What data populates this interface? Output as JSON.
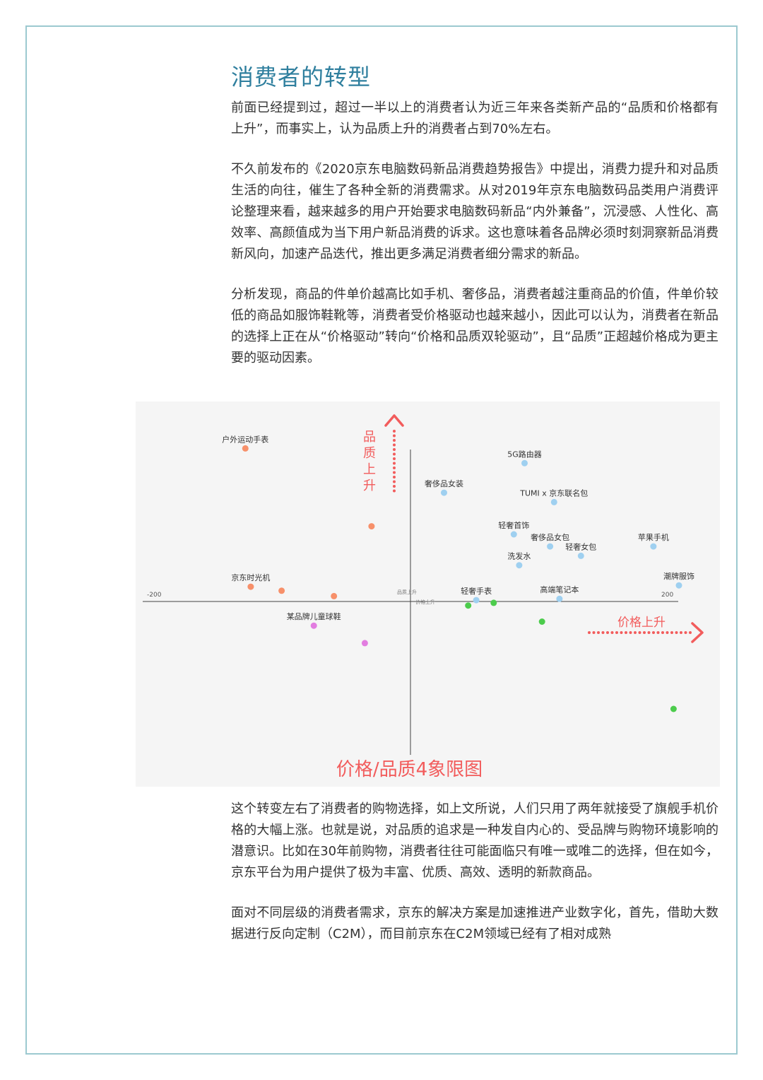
{
  "heading": "消费者的转型",
  "paragraphs_top": [
    "前面已经提到过，超过一半以上的消费者认为近三年来各类新产品的“品质和价格都有上升”，而事实上，认为品质上升的消费者占到70%左右。",
    "不久前发布的《2020京东电脑数码新品消费趋势报告》中提出，消费力提升和对品质生活的向往，催生了各种全新的消费需求。从对2019年京东电脑数码品类用户消费评论整理来看，越来越多的用户开始要求电脑数码新品“内外兼备”，沉浸感、人性化、高效率、高颜值成为当下用户新品消费的诉求。这也意味着各品牌必须时刻洞察新品消费新风向，加速产品迭代，推出更多满足消费者细分需求的新品。",
    "分析发现，商品的件单价越高比如手机、奢侈品，消费者越注重商品的价值，件单价较低的商品如服饰鞋靴等，消费者受价格驱动也越来越小，因此可以认为，消费者在新品的选择上正在从“价格驱动”转向“价格和品质双轮驱动”，且“品质”正超越价格成为更主要的驱动因素。"
  ],
  "paragraphs_bottom": [
    "这个转变左右了消费者的购物选择，如上文所说，人们只用了两年就接受了旗舰手机价格的大幅上涨。也就是说，对品质的追求是一种发自内心的、受品牌与购物环境影响的潜意识。比如在30年前购物，消费者往往可能面临只有唯一或唯二的选择，但在如今，京东平台为用户提供了极为丰富、优质、高效、透明的新款商品。",
    "面对不同层级的消费者需求，京东的解决方案是加速推进产业数字化，首先，借助大数据进行反向定制（C2M），而目前京东在C2M领域已经有了相对成熟"
  ],
  "colors": {
    "heading": "#2f7f9e",
    "accent": "#f25c5c",
    "blue": "#9fd0f0",
    "orange": "#f7906a",
    "green": "#4ccc4c",
    "pink": "#e27de0"
  },
  "chart_data": {
    "type": "scatter",
    "title": "价格/品质4象限图",
    "y_axis_caption": "品质上升",
    "x_axis_caption": "价格上升",
    "center_labels": [
      "品质上升",
      "价格上升"
    ],
    "xlim": [
      -200,
      200
    ],
    "x_tick_labels": [
      "-200",
      "200"
    ],
    "grid": false,
    "points": [
      {
        "label": "户外运动手表",
        "x": -123,
        "y": 114,
        "color": "orange"
      },
      {
        "label": "",
        "x": -29,
        "y": 56,
        "color": "orange"
      },
      {
        "label": "京东时光机",
        "x": -119,
        "y": 11,
        "color": "orange"
      },
      {
        "label": "",
        "x": -96,
        "y": 8,
        "color": "orange"
      },
      {
        "label": "",
        "x": -57,
        "y": 4,
        "color": "orange"
      },
      {
        "label": "5G路由器",
        "x": 85,
        "y": 103,
        "color": "blue"
      },
      {
        "label": "奢侈品女装",
        "x": 25,
        "y": 81,
        "color": "blue"
      },
      {
        "label": "TUMI x 京东联名包",
        "x": 107,
        "y": 74,
        "color": "blue"
      },
      {
        "label": "轻奢首饰",
        "x": 77,
        "y": 50,
        "color": "blue"
      },
      {
        "label": "奢侈品女包",
        "x": 104,
        "y": 41,
        "color": "blue"
      },
      {
        "label": "轻奢女包",
        "x": 127,
        "y": 34,
        "color": "blue"
      },
      {
        "label": "苹果手机",
        "x": 181,
        "y": 41,
        "color": "blue"
      },
      {
        "label": "洗发水",
        "x": 81,
        "y": 27,
        "color": "blue"
      },
      {
        "label": "潮牌服饰",
        "x": 200,
        "y": 12,
        "color": "blue"
      },
      {
        "label": "轻奢手表",
        "x": 49,
        "y": 1,
        "color": "blue"
      },
      {
        "label": "高端笔记本",
        "x": 111,
        "y": 2,
        "color": "blue"
      },
      {
        "label": "",
        "x": 43,
        "y": -3,
        "color": "green"
      },
      {
        "label": "",
        "x": 62,
        "y": -1,
        "color": "green"
      },
      {
        "label": "",
        "x": 98,
        "y": -15,
        "color": "green"
      },
      {
        "label": "",
        "x": 196,
        "y": -80,
        "color": "green"
      },
      {
        "label": "某品牌儿童球鞋",
        "x": -72,
        "y": -18,
        "color": "pink"
      },
      {
        "label": "",
        "x": -34,
        "y": -31,
        "color": "pink"
      }
    ]
  }
}
